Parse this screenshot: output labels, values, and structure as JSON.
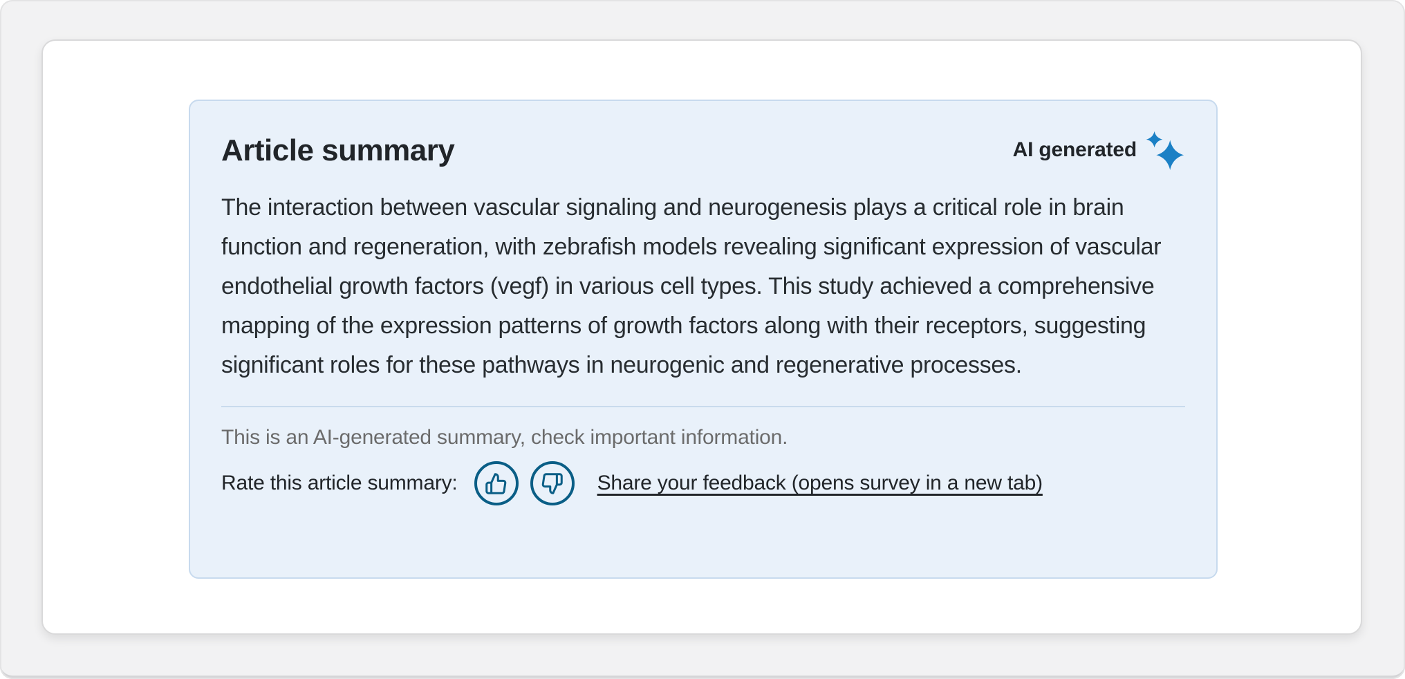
{
  "card": {
    "title": "Article summary",
    "badge": {
      "label": "AI generated",
      "icon": "sparkle-icon"
    },
    "summary": "The interaction between vascular signaling and neurogenesis plays a critical role in brain function and regeneration, with zebrafish models revealing significant expression of vascular endothelial growth factors (vegf) in various cell types. This study achieved a comprehensive mapping of the expression patterns of growth factors along with their receptors, suggesting significant roles for these pathways in neurogenic and regenerative processes.",
    "disclaimer": "This is an AI-generated summary, check important information.",
    "rating": {
      "label": "Rate this article summary:",
      "thumb_up_icon": "thumbs-up-icon",
      "thumb_down_icon": "thumbs-down-icon",
      "feedback_link": "Share your feedback (opens survey in a new tab)"
    }
  },
  "colors": {
    "page_background": "#f2f2f3",
    "card_background": "#e9f1fa",
    "card_border": "#c7daee",
    "accent_sparkle_blue": "#1b80c5",
    "thumb_icon_blue": "#0a5e86",
    "divider": "#c9dbed",
    "muted_text": "#6b6b6b",
    "text": "#212529"
  }
}
